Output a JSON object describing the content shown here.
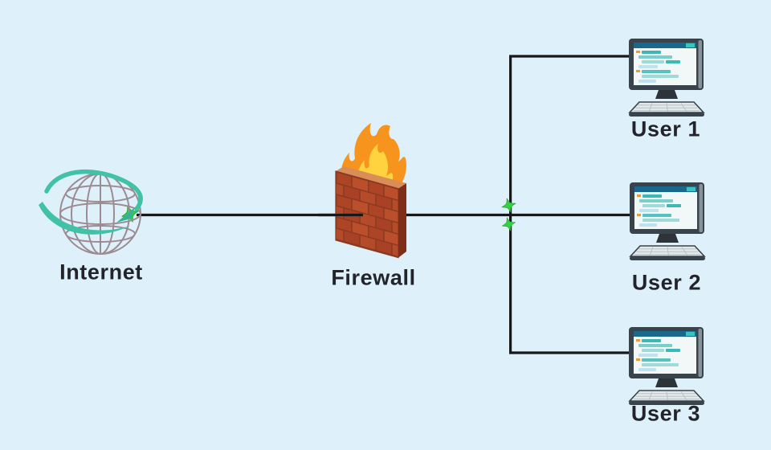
{
  "diagram": {
    "type": "network-topology",
    "nodes": {
      "internet": {
        "label": "Internet",
        "icon": "globe-icon"
      },
      "firewall": {
        "label": "Firewall",
        "icon": "firewall-icon"
      },
      "users": [
        {
          "id": "user-1",
          "label": "User 1",
          "icon": "desktop-computer-icon"
        },
        {
          "id": "user-2",
          "label": "User 2",
          "icon": "desktop-computer-icon"
        },
        {
          "id": "user-3",
          "label": "User 3",
          "icon": "desktop-computer-icon"
        }
      ]
    },
    "connections": [
      {
        "from": "internet",
        "to": "firewall"
      },
      {
        "from": "firewall",
        "to": "junction"
      },
      {
        "from": "junction",
        "to": "user-1"
      },
      {
        "from": "junction",
        "to": "user-2"
      },
      {
        "from": "junction",
        "to": "user-3"
      }
    ]
  },
  "theme": {
    "canvas_bg": "#def1fa",
    "line_color": "#17181c",
    "label_color": "#23242b",
    "spark_green": "#35d045",
    "ring_teal": "#41c2a6",
    "globe_wire": "#9c8b92",
    "brick_face": "#b34a29",
    "brick_mortar": "#8a3a1f",
    "brick_side": "#7e2d19",
    "brick_top": "#d98e57",
    "flame_orange": "#f7941d",
    "flame_yellow": "#ffd23f",
    "monitor_frame": "#39434b",
    "monitor_screen": "#f2f7f8",
    "titlebar_blue": "#19688e",
    "titlebar_teal": "#35c7bb",
    "keyboard_gray": "#e4eaec"
  }
}
